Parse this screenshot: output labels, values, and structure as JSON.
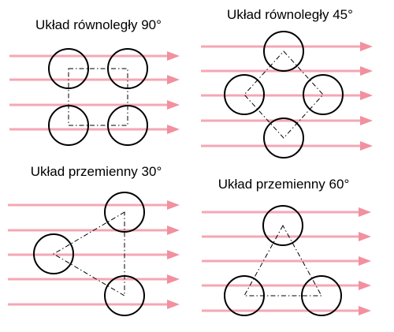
{
  "colors": {
    "flow": "#f4a7b4",
    "flow_head": "#f2909f",
    "tube": "#000000",
    "pitch_line": "#000000",
    "background": "#ffffff"
  },
  "panels": [
    {
      "id": "parallel-90",
      "title": "Układ równoległy 90°"
    },
    {
      "id": "parallel-45",
      "title": "Układ równoległy 45°"
    },
    {
      "id": "staggered-30",
      "title": "Układ przemienny 30°"
    },
    {
      "id": "staggered-60",
      "title": "Układ przemienny 60°"
    }
  ]
}
